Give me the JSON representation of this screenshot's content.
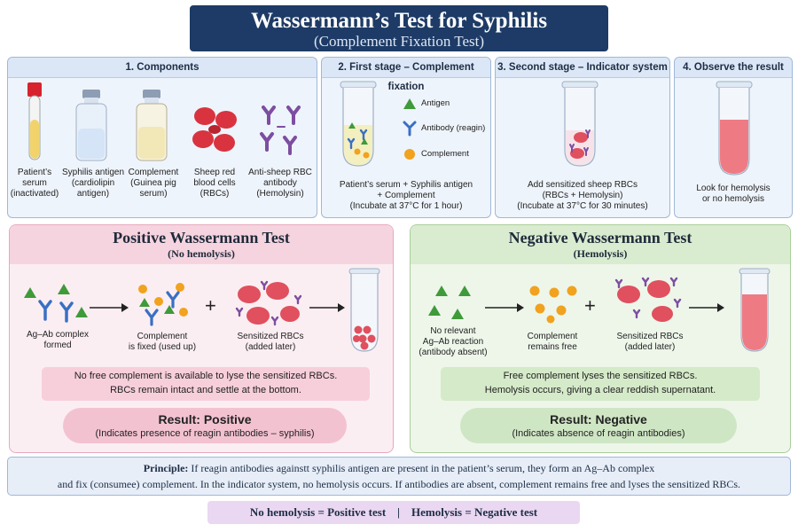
{
  "header": {
    "title": "Wassermann’s Test for Syphilis",
    "subtitle": "(Complement Fixation Test)"
  },
  "components": {
    "heading": "1. Components",
    "items": [
      {
        "line1": "Patient’s",
        "line2": "serum",
        "line3": "(inactivated)",
        "icon": "serum-tube-icon"
      },
      {
        "line1": "Syphilis antigen",
        "line2": "(cardiolipin",
        "line3": "antigen)",
        "icon": "antigen-vial-icon"
      },
      {
        "line1": "Complement",
        "line2": "(Guinea pig",
        "line3": "serum)",
        "icon": "complement-vial-icon"
      },
      {
        "line1": "Sheep red",
        "line2": "blood cells",
        "line3": "(RBCs)",
        "icon": "rbc-icon"
      },
      {
        "line1": "Anti-sheep RBC",
        "line2": "antibody",
        "line3": "(Hemolysin)",
        "icon": "antibody-icon"
      }
    ]
  },
  "stage1": {
    "heading": "2. First stage – Complement fixation",
    "legend": [
      "Antigen",
      "Antibody (reagin)",
      "Complement"
    ],
    "line1": "Patient’s serum + Syphilis antigen",
    "line2": "+ Complement",
    "line3": "(Incubate at 37°C for 1 hour)"
  },
  "stage2": {
    "heading": "3. Second stage – Indicator system",
    "line1": "Add sensitized sheep RBCs",
    "line2": "(RBCs + Hemolysin)",
    "line3": "(Incubate at 37°C for 30 minutes)"
  },
  "stage3": {
    "heading": "4. Observe the result",
    "line1": "Look for hemolysis",
    "line2": "or no hemolysis"
  },
  "positive": {
    "title": "Positive Wassermann Test",
    "subtitle": "(No hemolysis)",
    "step1": [
      "Ag–Ab complex",
      "formed"
    ],
    "step2": [
      "Complement",
      "is fixed (used up)"
    ],
    "step3": [
      "Sensitized RBCs",
      "(added later)"
    ],
    "plus": "+",
    "note1": "No free complement is available to lyse the sensitized RBCs.",
    "note2": "RBCs remain intact and settle at the bottom.",
    "result_title": "Result: Positive",
    "result_sub": "(Indicates presence of reagin antibodies – syphilis)"
  },
  "negative": {
    "title": "Negative Wassermann Test",
    "subtitle": "(Hemolysis)",
    "step1": [
      "No relevant",
      "Ag–Ab reaction",
      "(antibody absent)"
    ],
    "step2": [
      "Complement",
      "remains free"
    ],
    "step3": [
      "Sensitized RBCs",
      "(added later)"
    ],
    "plus": "+",
    "note1": "Free complement lyses the sensitized RBCs.",
    "note2": "Hemolysis occurs, giving a clear reddish supernatant.",
    "result_title": "Result: Negative",
    "result_sub": "(Indicates absence of reagin antibodies)"
  },
  "principle": {
    "label": "Principle:",
    "text1": " If reagin antibodies againstt syphilis antigen are present in the patient’s serum, they form an Ag–Ab complex",
    "text2": "and fix (consumee) complement. In the indicator system, no hemolysis occurs. If antibodies are absent, complement remains free and lyses the sensitized RBCs."
  },
  "summary": {
    "text": "No hemolysis = Positive test    |    Hemolysis = Negative test"
  },
  "colors": {
    "title_bg": "#1d3b66",
    "rbc": "#e0505e",
    "antigen": "#3f9a3a",
    "antibody": "#3a6fc4",
    "complement": "#f1a21e",
    "hemolysin": "#7c4ea0"
  }
}
